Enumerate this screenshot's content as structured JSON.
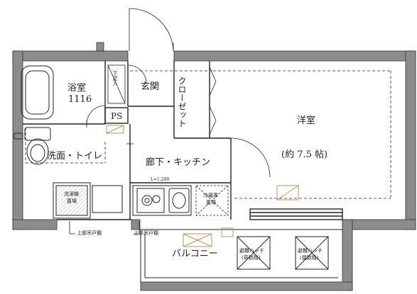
{
  "rooms": {
    "bathroom": "浴室",
    "bathroom_size": "1116",
    "entrance": "玄関",
    "shoe_storage": "下足入",
    "closet": "クローゼット",
    "pipe_space": "PS",
    "western_room": "洋室",
    "western_room_size": "(約 7.5 帖)",
    "washroom_toilet": "洗面・トイレ",
    "corridor_kitchen": "廊下・キッチン",
    "washer_space_line1": "洗濯機",
    "washer_space_line2": "置場",
    "fridge_space_line1": "冷蔵庫",
    "fridge_space_line2": "置場",
    "balcony": "バルコニー",
    "hatch_left_line1": "避難ハッチ",
    "hatch_left_line2": "(奇数階)",
    "hatch_right_line1": "避難ハッチ",
    "hatch_right_line2": "(偶数階)"
  },
  "annotations": {
    "kitchen_length": "L=1,200",
    "upper_cabinet_left": "上部吊戸棚",
    "upper_cabinet_right": "上部吊戸棚"
  },
  "colors": {
    "wall_fill": "#8c8c8c",
    "line": "#222222",
    "accent": "#b8975a"
  }
}
